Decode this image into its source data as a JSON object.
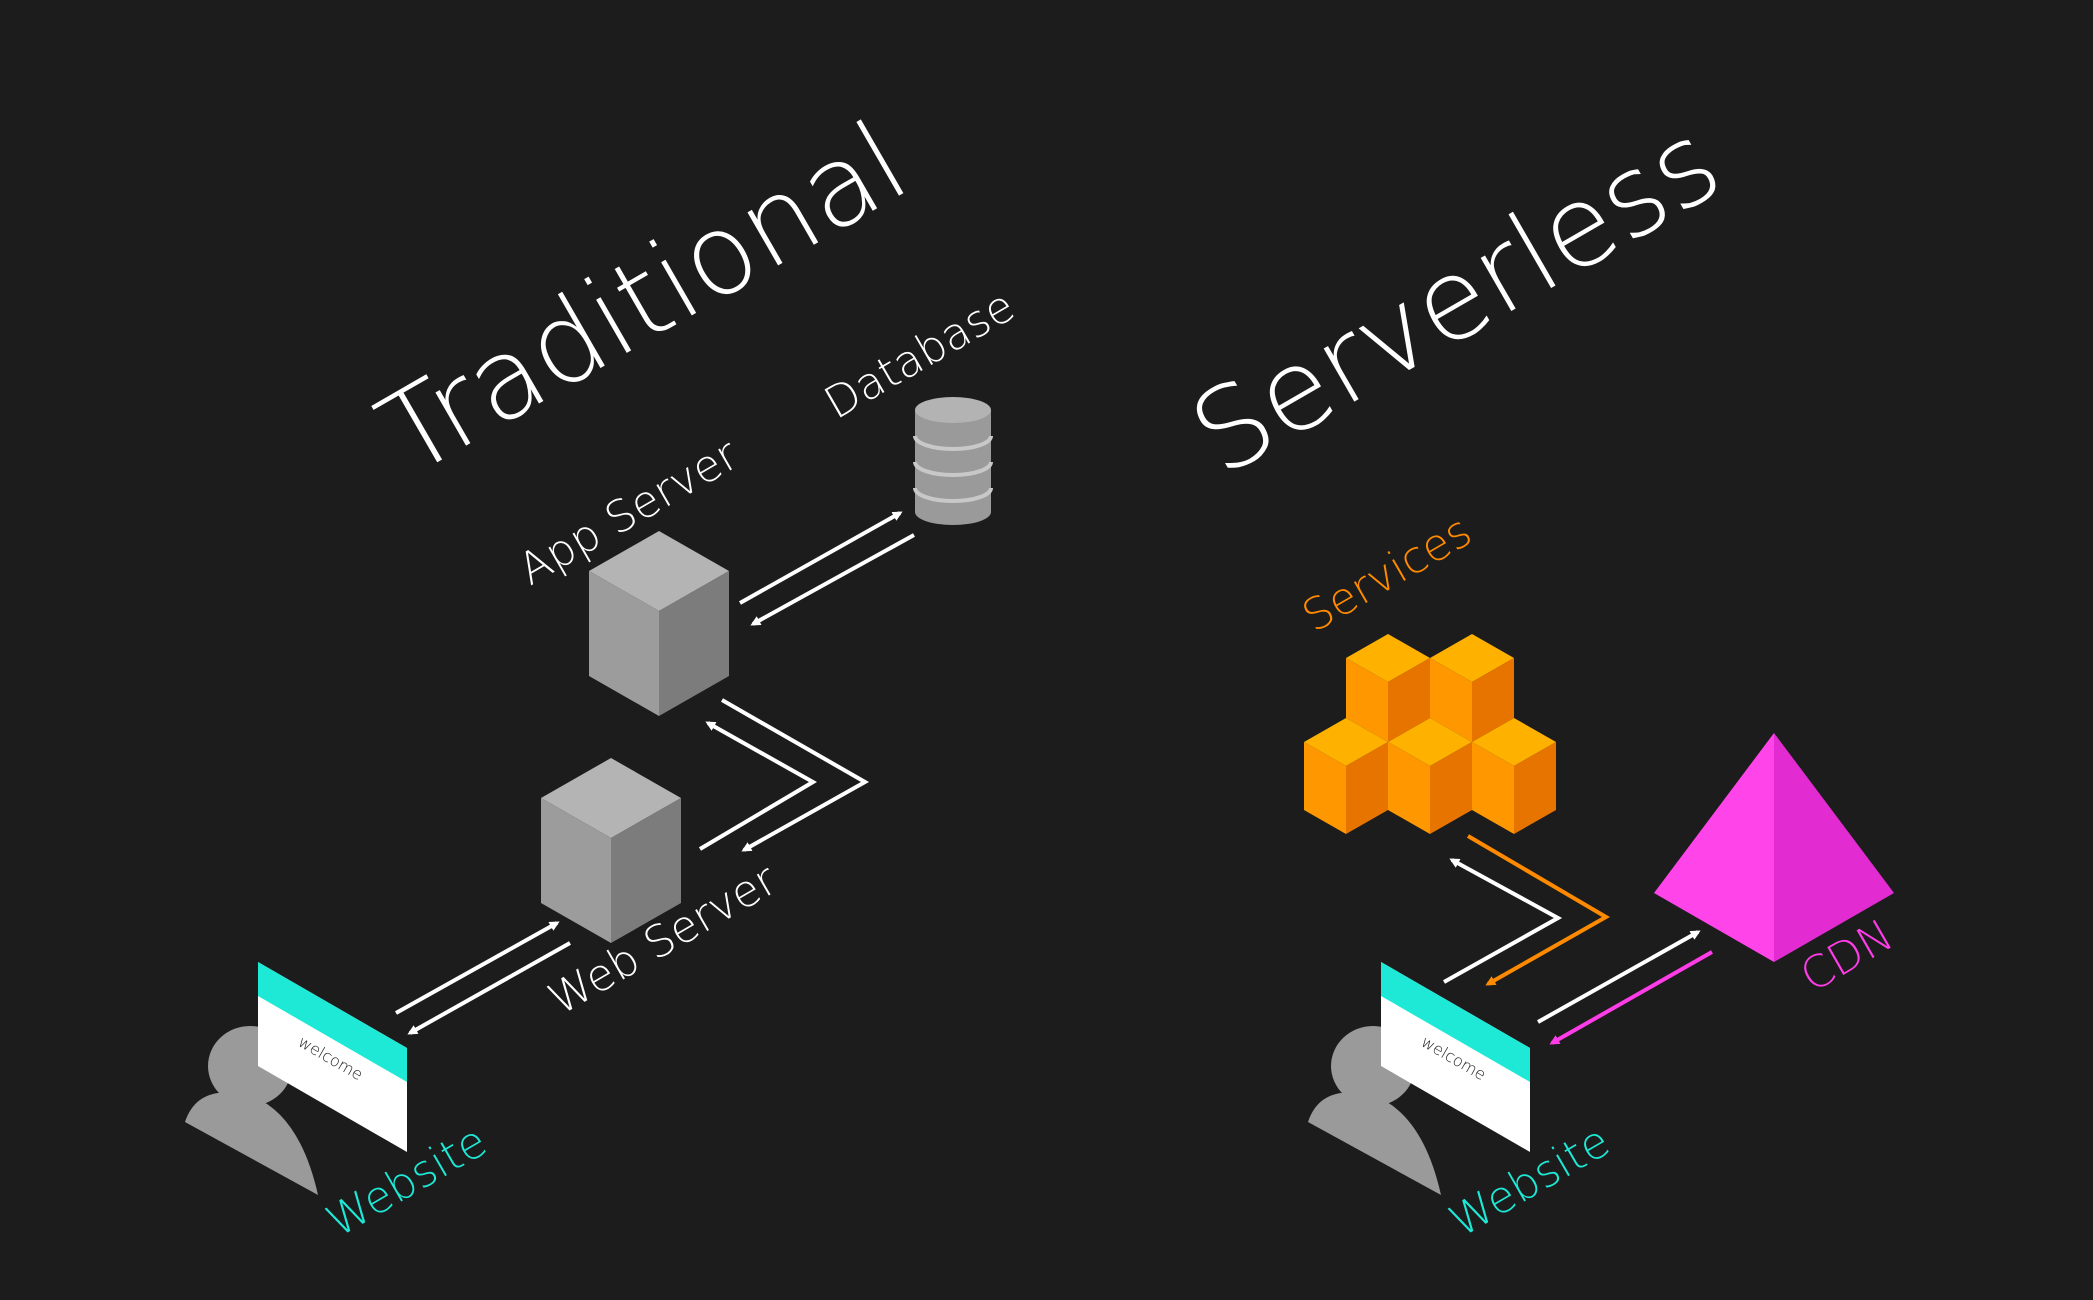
{
  "traditional": {
    "title": "Traditional",
    "labels": {
      "database": "Database",
      "app_server": "App Server",
      "web_server": "Web Server",
      "website": "Website",
      "welcome": "welcome"
    }
  },
  "serverless": {
    "title": "Serverless",
    "labels": {
      "services": "Services",
      "cdn": "CDN",
      "website": "Website",
      "welcome": "welcome"
    }
  },
  "colors": {
    "background": "#1c1c1c",
    "text": "#ffffff",
    "website_accent": "#1de9d6",
    "services_accent": "#ff8a00",
    "cdn_accent": "#ff3de8",
    "server_gray": "#9a9a9a"
  },
  "icons": [
    "database-icon",
    "server-cube-icon",
    "browser-window-icon",
    "user-icon",
    "services-cubes-icon",
    "cdn-pyramid-icon"
  ]
}
